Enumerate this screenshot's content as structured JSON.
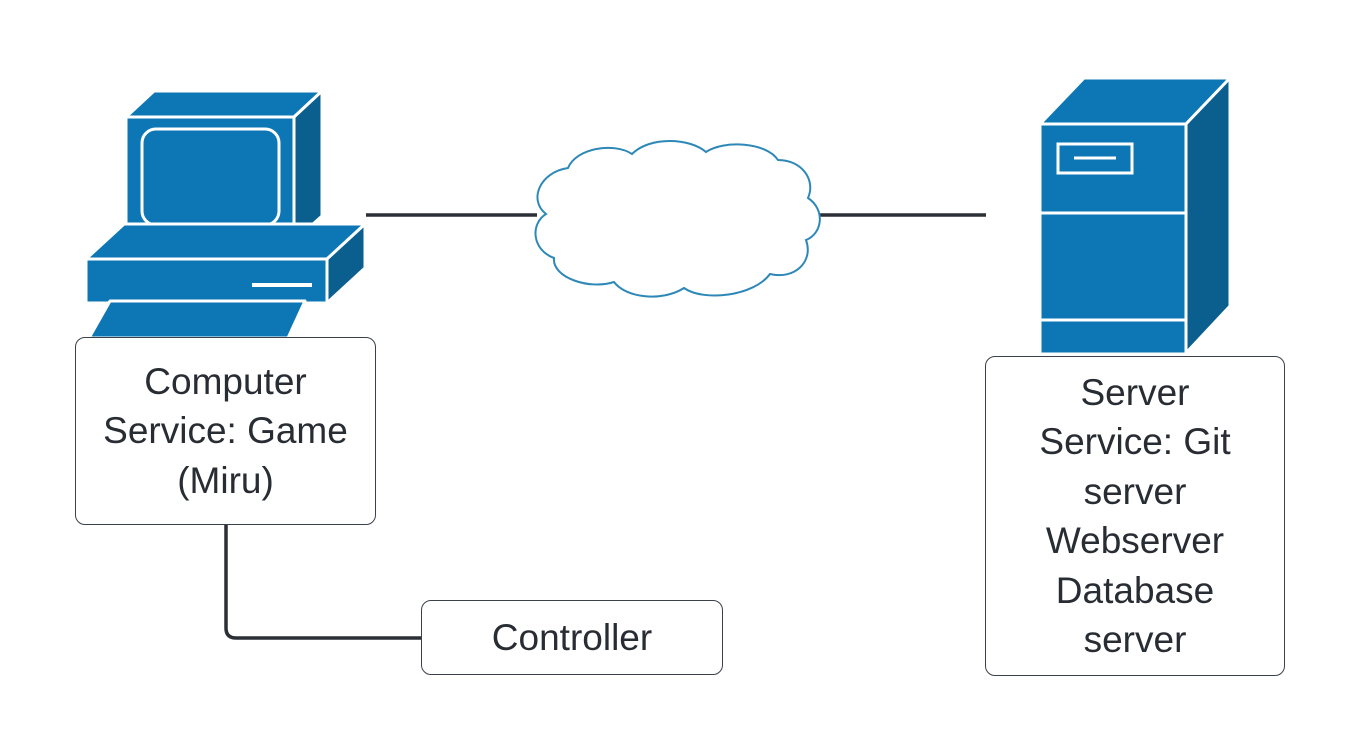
{
  "diagram": {
    "computer": {
      "icon": "desktop-computer-icon",
      "lines": [
        "Computer",
        "Service: Game",
        "(Miru)"
      ]
    },
    "controller": {
      "lines": [
        "Controller"
      ]
    },
    "server": {
      "icon": "server-tower-icon",
      "lines": [
        "Server",
        "Service: Git",
        "server",
        "Webserver",
        "Database",
        "server"
      ]
    },
    "network": {
      "icon": "cloud-icon"
    }
  },
  "colors": {
    "device_fill": "#0d77b5",
    "device_dark": "#0b5f8e",
    "line": "#2b2f36",
    "cloud_stroke": "#2d88b8",
    "text": "#282c33",
    "box_border": "#3a414a"
  }
}
